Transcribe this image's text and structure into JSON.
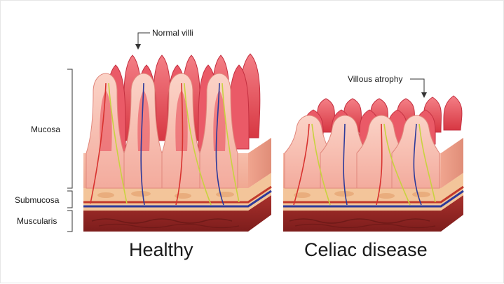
{
  "labels": {
    "normal_villi": "Normal villi",
    "villous_atrophy": "Villous atrophy",
    "mucosa": "Mucosa",
    "submucosa": "Submucosa",
    "muscularis": "Muscularis"
  },
  "captions": {
    "healthy": "Healthy",
    "celiac": "Celiac disease"
  },
  "colors": {
    "villus_back": "#e8505b",
    "villus_front": "#f6b9ae",
    "mucosa_block": "#f5b9a3",
    "submucosa": "#f3c59a",
    "muscularis": "#9c2a27",
    "vein": "#2d3a9a",
    "artery": "#d8322f",
    "nerve": "#c9d23f"
  }
}
